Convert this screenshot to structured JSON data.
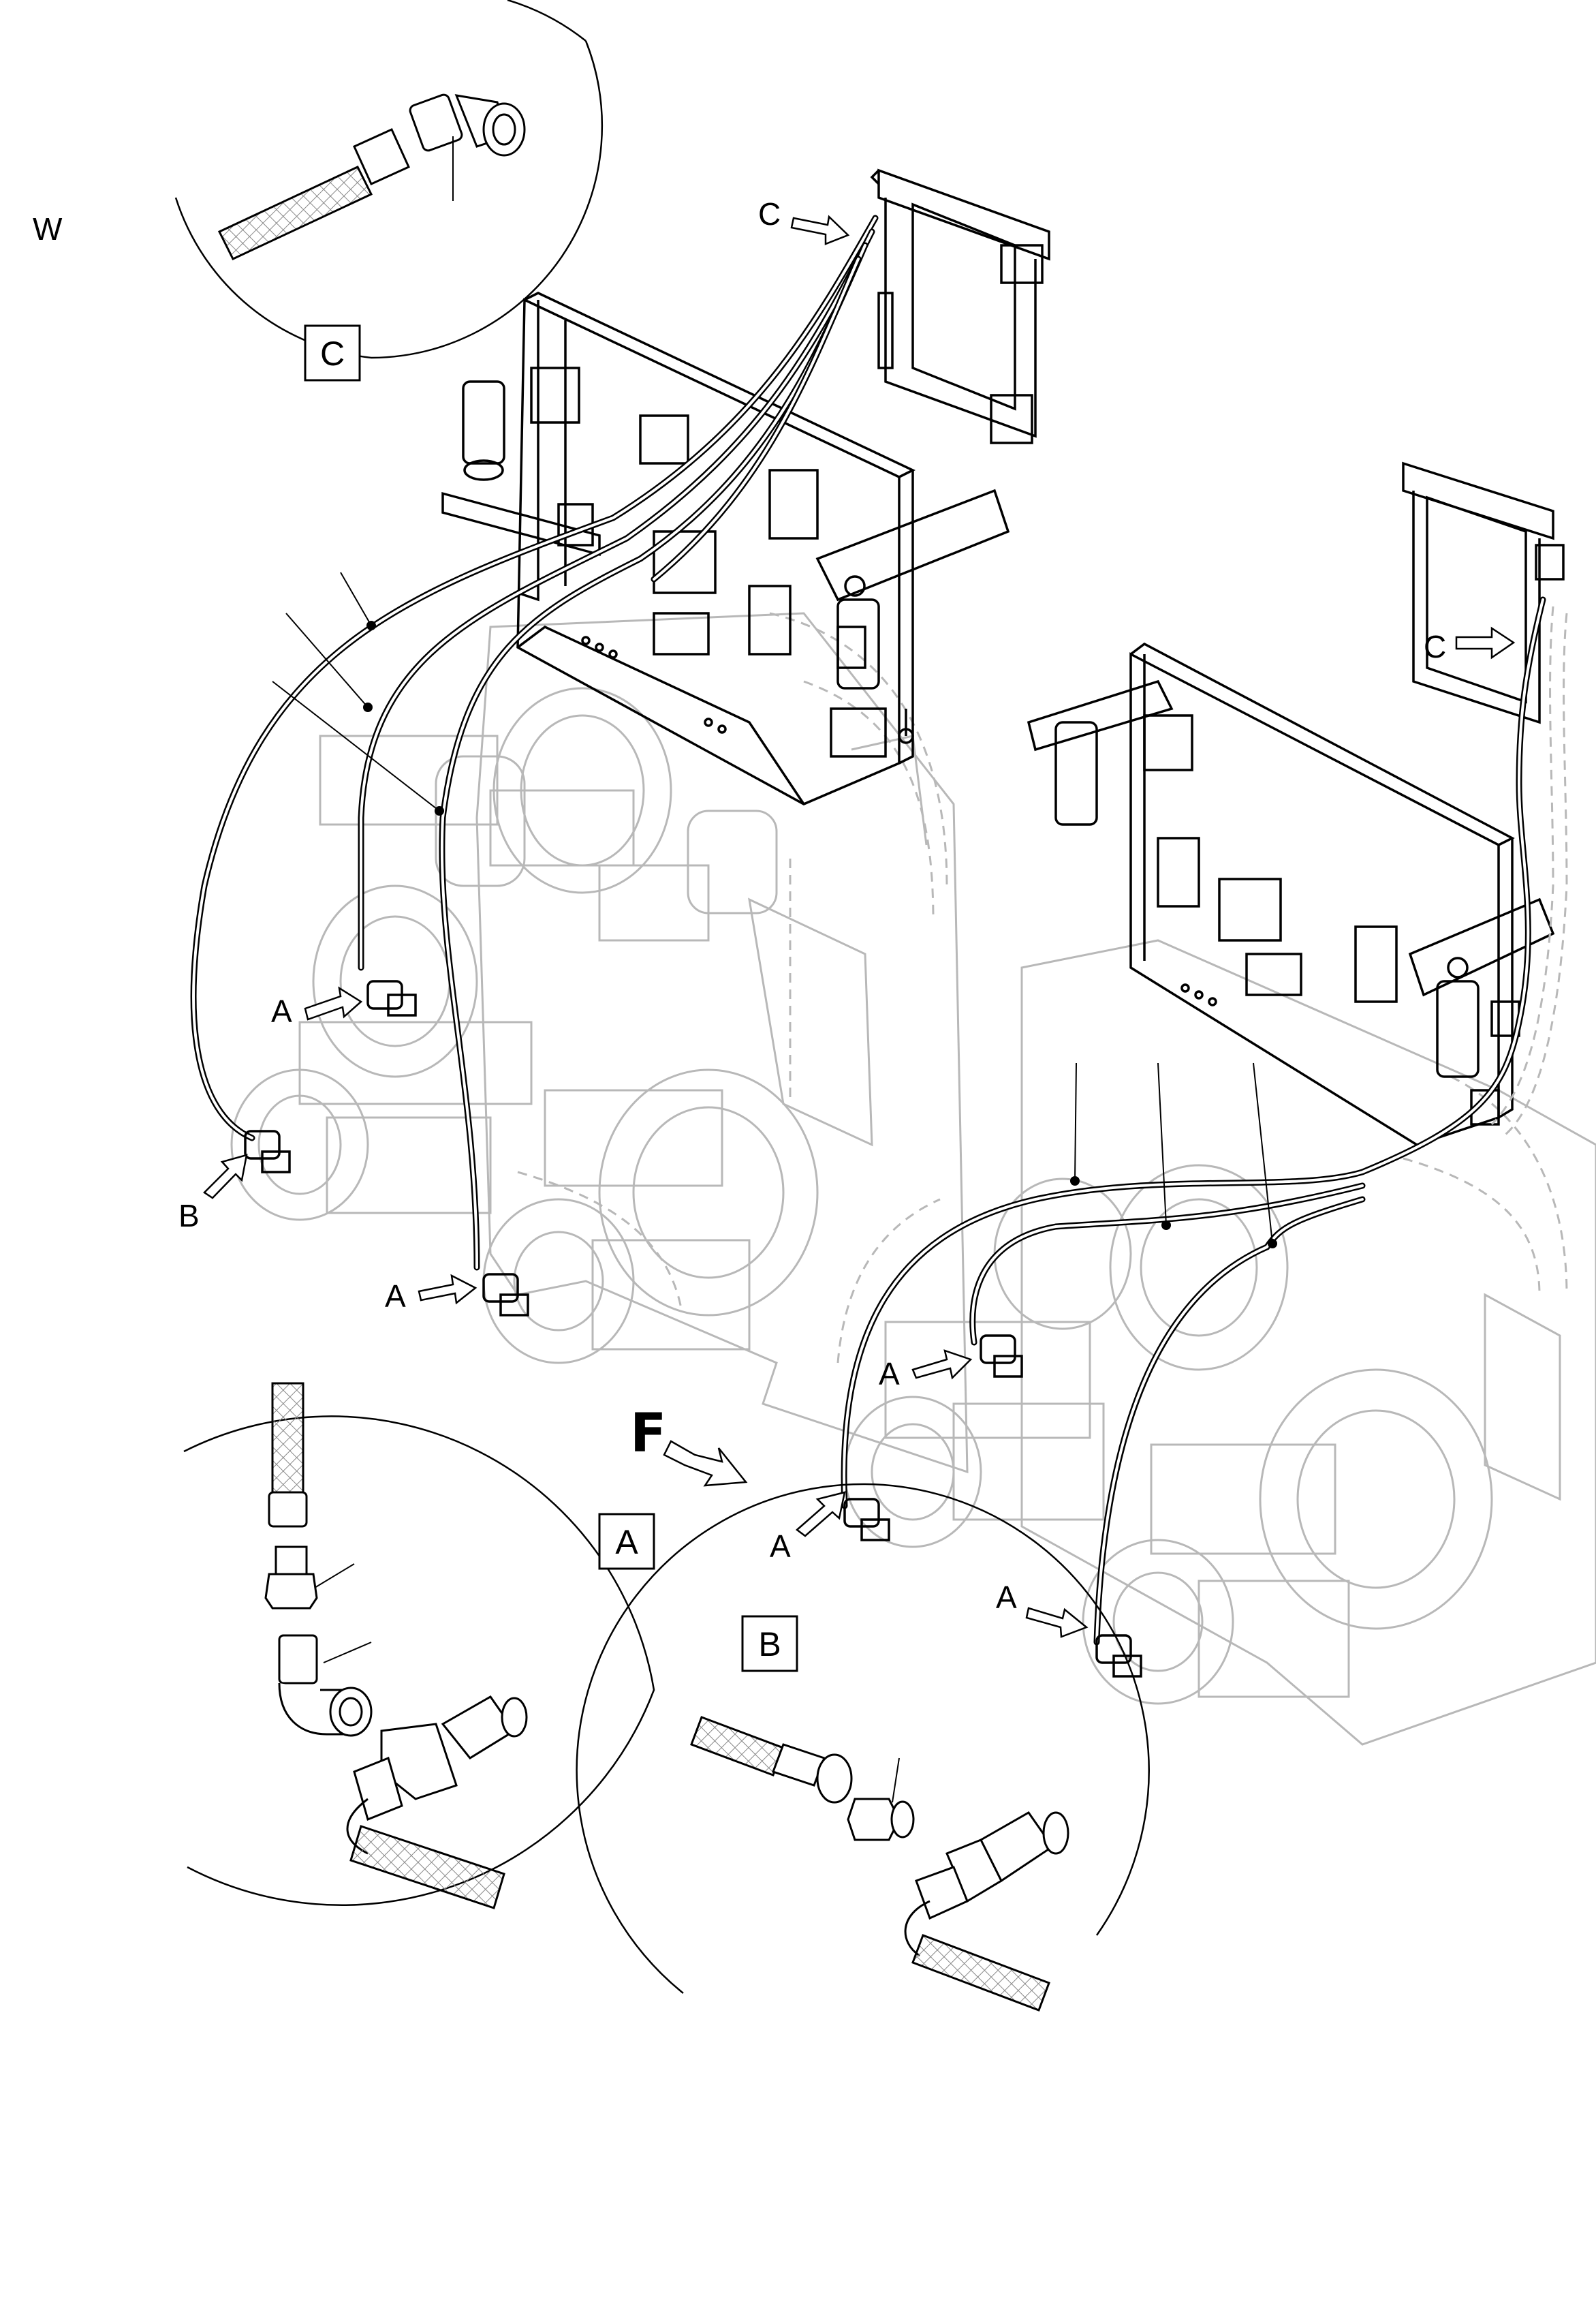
{
  "figure": {
    "corner_mark": "W",
    "direction_mark": "F"
  },
  "callouts": {
    "a1": "A",
    "a2": "A",
    "a3": "A",
    "a4": "A",
    "a5": "A",
    "b1": "B",
    "c1": "C",
    "c2": "C"
  },
  "detail_views": {
    "a_box": "A",
    "b_box": "B",
    "c_box": "C"
  },
  "icons": {
    "arrow": "outline-arrow-icon",
    "flow": "flow-direction-arrow-icon"
  }
}
